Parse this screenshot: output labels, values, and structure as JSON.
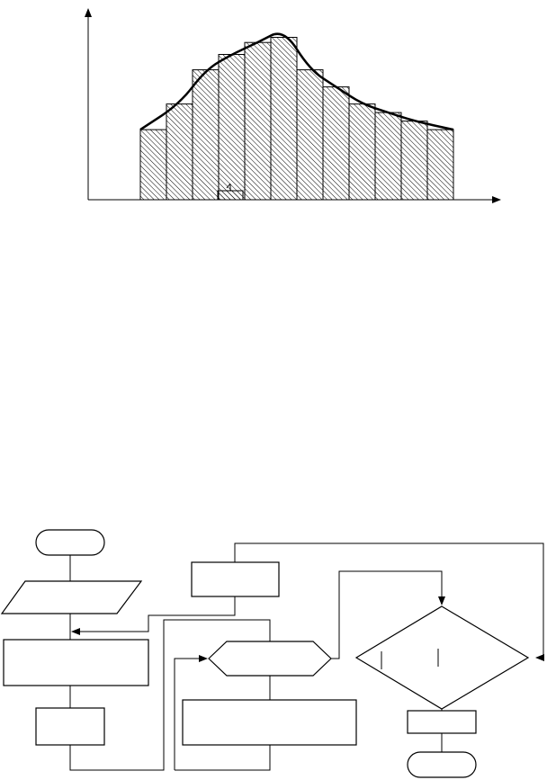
{
  "figure_top": {
    "type": "histogram_with_curve",
    "bar_heights_relative": [
      0.41,
      0.56,
      0.76,
      0.85,
      0.92,
      0.95,
      0.76,
      0.66,
      0.56,
      0.51,
      0.46,
      0.41
    ],
    "curve_relative": [
      0.41,
      0.56,
      0.76,
      0.85,
      0.92,
      1.0,
      0.76,
      0.66,
      0.56,
      0.51,
      0.46,
      0.41
    ],
    "highlighted_bar_index": 3,
    "axis_labels_shown": false
  },
  "flowchart": {
    "start_terminal": {
      "label": ""
    },
    "input_parallelogram": {
      "label": ""
    },
    "process_box_1": {
      "label": ""
    },
    "process_box_2": {
      "label": ""
    },
    "process_box_top": {
      "label": ""
    },
    "decision_hexagon": {
      "label": ""
    },
    "process_box_wide": {
      "label": ""
    },
    "decision_diamond": {
      "label": ""
    },
    "process_box_end": {
      "label": ""
    },
    "end_terminal": {
      "label": ""
    }
  },
  "colors": {
    "stroke": "#000000",
    "background": "#ffffff",
    "hatch": "#000000"
  }
}
